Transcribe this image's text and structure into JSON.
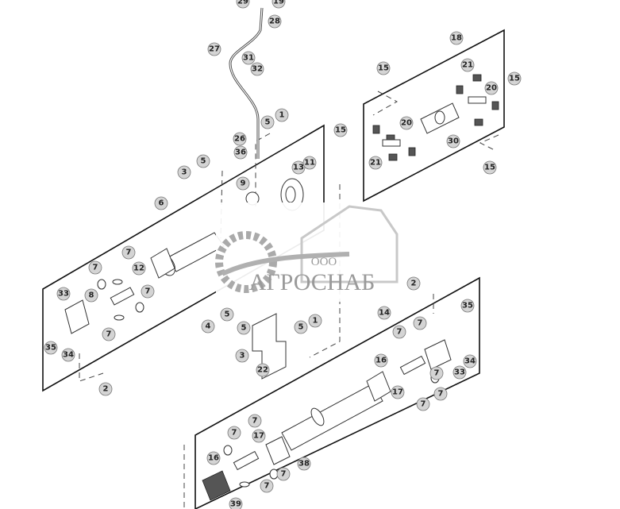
{
  "diagram": {
    "callouts": [
      "29",
      "19",
      "28",
      "27",
      "31",
      "32",
      "1",
      "5",
      "26",
      "36",
      "3",
      "5",
      "9",
      "13",
      "11",
      "6",
      "15",
      "15",
      "18",
      "21",
      "20",
      "15",
      "20",
      "30",
      "21",
      "15",
      "7",
      "7",
      "12",
      "8",
      "7",
      "33",
      "7",
      "35",
      "34",
      "2",
      "4",
      "5",
      "5",
      "3",
      "1",
      "5",
      "22",
      "2",
      "14",
      "35",
      "7",
      "7",
      "16",
      "33",
      "34",
      "7",
      "17",
      "7",
      "7",
      "7",
      "7",
      "17",
      "16",
      "38",
      "7",
      "7",
      "39"
    ]
  },
  "watermark": {
    "company_prefix": "ООО",
    "company_name": "АГРОСНАБ"
  },
  "colors": {
    "callout_fill": "#d4d4d4",
    "line": "#111111",
    "watermark": "#9a9a9a"
  }
}
